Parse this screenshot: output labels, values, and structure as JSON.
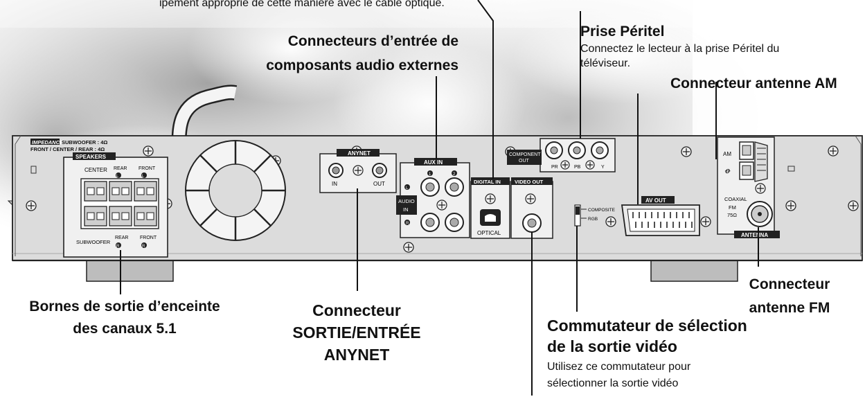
{
  "callouts": {
    "top_partial": "ipement approprié de cette manière avec le câble optique.",
    "peritel_title": "Prise Péritel",
    "peritel_desc_1": "Connectez le lecteur à la prise Péritel du",
    "peritel_desc_2": "téléviseur.",
    "am_title": "Connecteur antenne AM",
    "aux_title_1": "Connecteurs d’entrée de",
    "aux_title_2": "composants audio externes",
    "fm_title_1": "Connecteur",
    "fm_title_2": "antenne FM",
    "speaker_title_1": "Bornes de sortie d’enceinte",
    "speaker_title_2": "des canaux 5.1",
    "anynet_title_1": "Connecteur",
    "anynet_title_2": "SORTIE/ENTRÉE",
    "anynet_title_3": "ANYNET",
    "switch_title_1": "Commutateur de sélection",
    "switch_title_2": "de la sortie vidéo",
    "switch_desc_1": "Utilisez ce commutateur pour",
    "switch_desc_2": "sélectionner la sortie vidéo"
  },
  "panel_labels": {
    "impedance_tag": "IMPEDANCE",
    "impedance_line1": "SUBWOOFER : 4Ω",
    "impedance_line2": "FRONT / CENTER / REAR : 4Ω",
    "speakers": "SPEAKERS",
    "center": "CENTER",
    "rear": "REAR",
    "front": "FRONT",
    "subwoofer": "SUBWOOFER",
    "left_mark": "L",
    "right_mark": "R",
    "anynet": "ANYNET",
    "in": "IN",
    "out": "OUT",
    "aux_in": "AUX IN",
    "aux_1": "1",
    "aux_2": "2",
    "audio": "AUDIO",
    "audio_in": "IN",
    "digital_in": "DIGITAL IN",
    "optical": "OPTICAL",
    "video_out": "VIDEO OUT",
    "component_out_1": "COMPONENT",
    "component_out_2": "OUT",
    "pr": "PR",
    "pb": "PB",
    "y": "Y",
    "composite": "COMPOSITE",
    "rgb": "RGB",
    "av_out": "AV OUT",
    "am": "AM",
    "ground_mark": "ꝋ",
    "coaxial": "COAXIAL",
    "fm": "FM",
    "ohm": "75Ω",
    "antenna": "ANTENNA"
  }
}
